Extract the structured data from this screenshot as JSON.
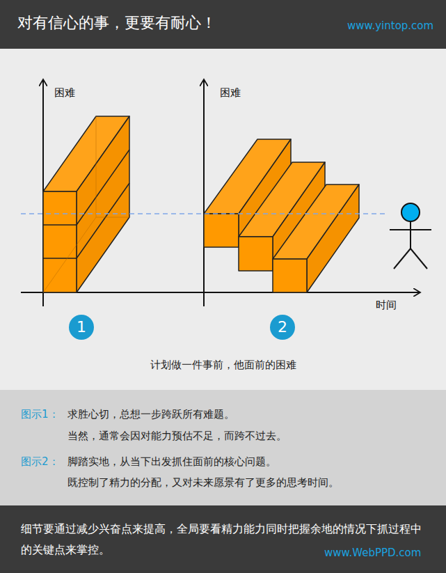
{
  "diagram": {
    "title": "对有信心的事，更要有耐心！",
    "caption": "计划做一件事前，他面前的困难",
    "nodes": [
      {
        "text": [
          "1"
        ]
      },
      {
        "text": [
          "2"
        ]
      }
    ],
    "labels": [
      "困难",
      "困难",
      "时间",
      "www.yintop.com",
      "图示1：",
      "求胜心切，总想一步跨跃所有难题。",
      "当然，通常会因对能力预估不足，而跨不过去。",
      "图示2：",
      "脚踏实地，从当下出发抓住面前的核心问题。",
      "既控制了精力的分配，又对未来愿景有了更多的思考时间。",
      "细节要通过减少兴奋点来提高，全局要看精力能力同时把握余地的情况下抓过程中的关键点来掌控。",
      "www.WebPPD.com"
    ]
  }
}
